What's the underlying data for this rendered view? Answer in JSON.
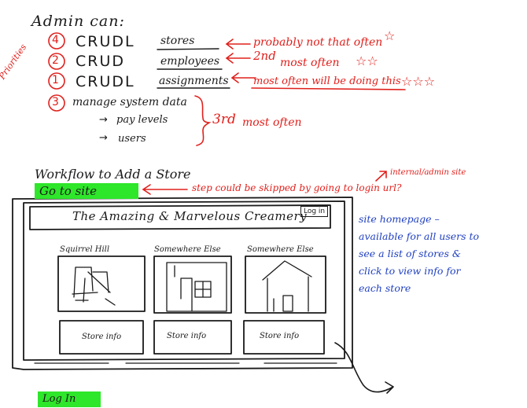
{
  "admin": {
    "heading": "Admin can:",
    "priorities_label": "Priorities",
    "rows": [
      {
        "num": "4",
        "action": "CRUDL",
        "object": "stores",
        "note": "probably not that often",
        "stars": "☆"
      },
      {
        "num": "2",
        "action": "CRUD",
        "object": "employees",
        "note_sup": "2nd",
        "note": "most often",
        "stars": "☆☆"
      },
      {
        "num": "1",
        "action": "CRUDL",
        "object": "assignments",
        "note": "most often will be doing this",
        "stars": "☆☆☆"
      }
    ],
    "manage": {
      "num": "3",
      "label": "manage system data",
      "items": [
        "pay levels",
        "users"
      ],
      "note_sup": "3rd",
      "note": "most often"
    }
  },
  "workflow": {
    "title": "Workflow to Add a Store",
    "go_to_site": "Go to site",
    "skip_note": "step could be skipped by going to login url?",
    "internal_note": "internal/admin site",
    "site_desc": "site homepage – available for all users to see a list of stores & click to view info for each store",
    "login": "Log In"
  },
  "mockup": {
    "title": "The Amazing & Marvelous Creamery",
    "login_btn": "Log in",
    "stores": [
      {
        "name": "Squirrel Hill",
        "info": "Store info"
      },
      {
        "name": "Somewhere Else",
        "info": "Store info"
      },
      {
        "name": "Somewhere Else",
        "info": "Store info"
      }
    ]
  },
  "colors": {
    "ink": "#1a1a1a",
    "red": "#e0201c",
    "blue": "#1f3fbf",
    "highlight": "#2ee62a"
  }
}
